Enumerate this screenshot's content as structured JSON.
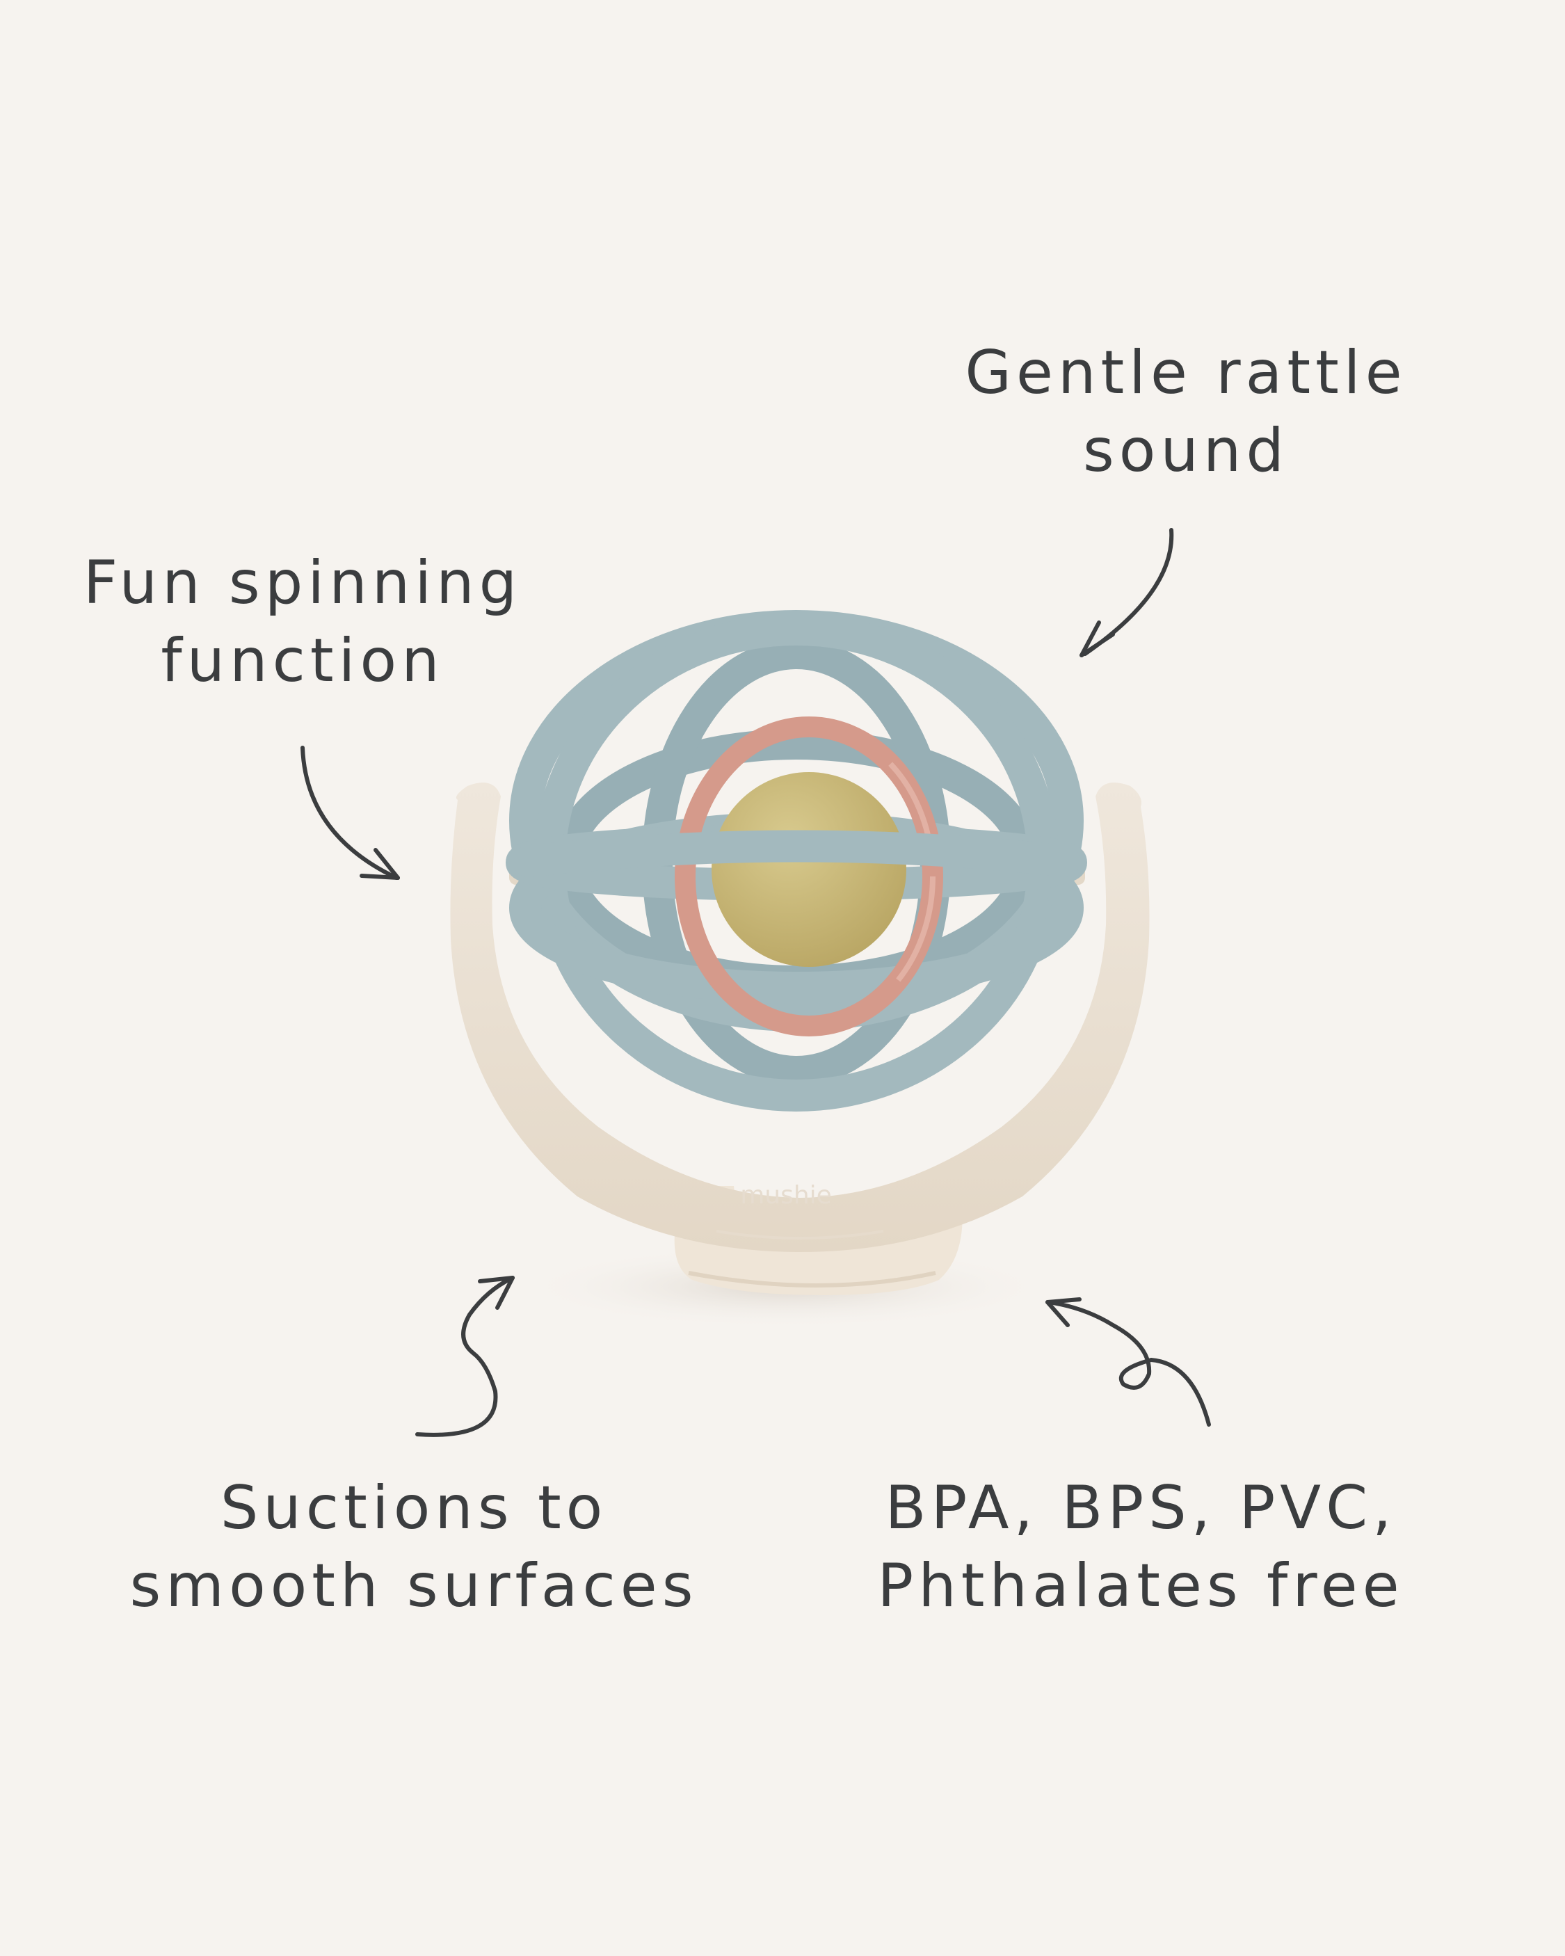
{
  "colors": {
    "background": "#f6f3ef",
    "text": "#3b3d3f",
    "ring_blue": "#a3b9be",
    "ring_pink": "#d59a8b",
    "ball_yellow": "#c9b777",
    "stand_cream": "#ece3d6"
  },
  "callouts": {
    "rattle": {
      "line1": "Gentle rattle",
      "line2": "sound"
    },
    "spin": {
      "line1": "Fun spinning",
      "line2": "function"
    },
    "suction": {
      "line1": "Suctions to",
      "line2": "smooth surfaces"
    },
    "free": {
      "line1": "BPA, BPS, PVC,",
      "line2": "Phthalates free"
    }
  },
  "product": {
    "brand_mark": "mushie"
  },
  "icons": [
    "arrow-rattle",
    "arrow-spin",
    "arrow-suction",
    "arrow-free"
  ]
}
